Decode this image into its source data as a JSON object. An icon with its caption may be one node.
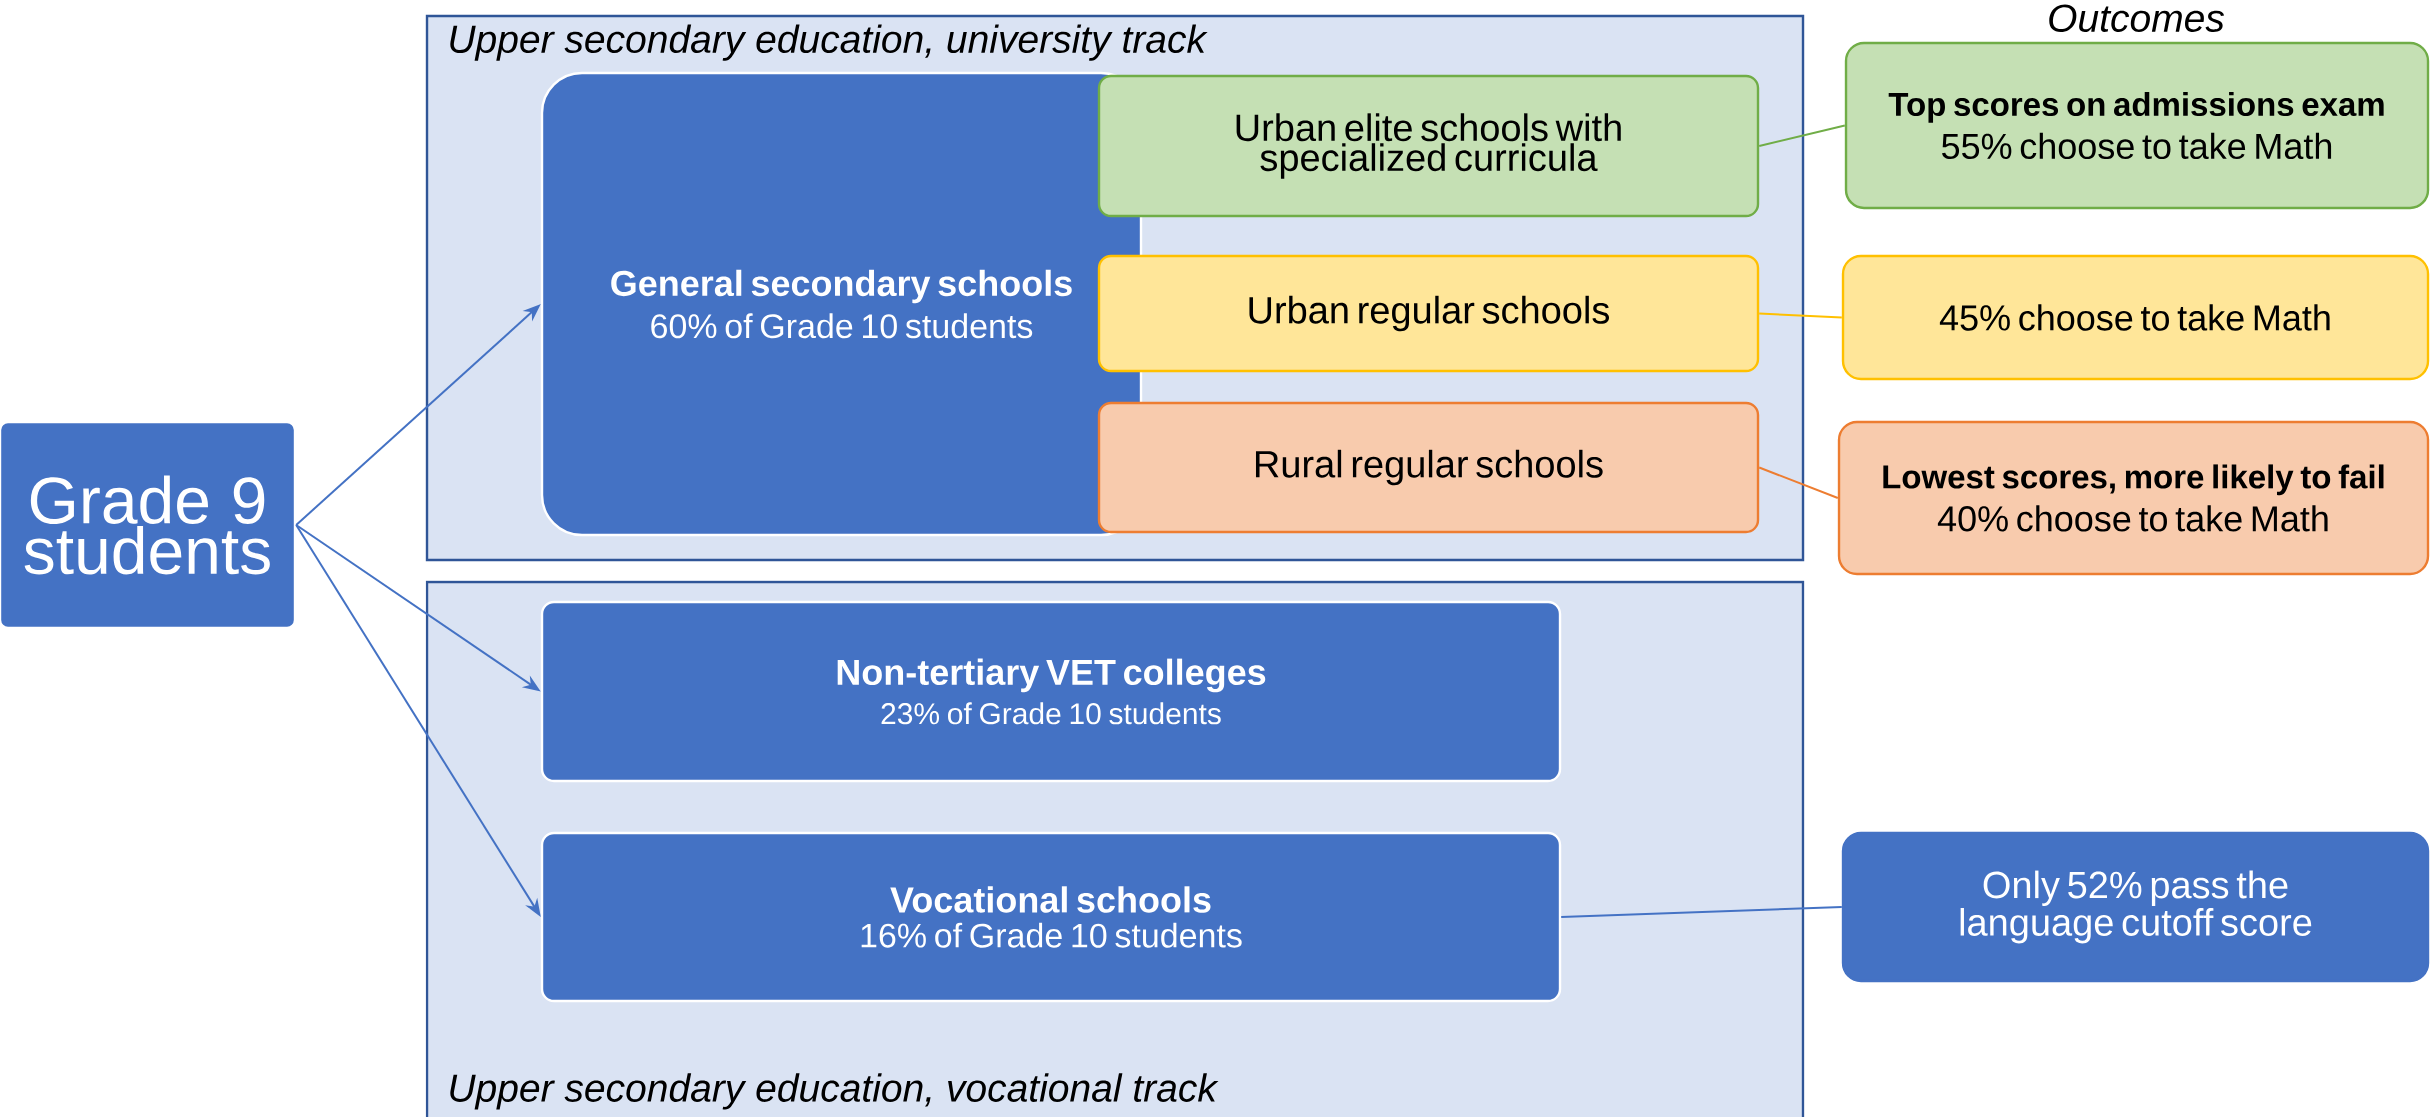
{
  "diagram": {
    "nodes": [
      {
        "text": [
          "Grade 9 students"
        ]
      },
      {
        "text": [
          "Upper secondary education, university track"
        ]
      },
      {
        "text": [
          "General secondary schools",
          "60% of Grade 10 students"
        ],
        "in": 1
      },
      {
        "text": [
          "Urban elite schools with specialized curricula"
        ],
        "in": 1
      },
      {
        "text": [
          "Urban regular schools"
        ],
        "in": 1
      },
      {
        "text": [
          "Rural regular schools"
        ],
        "in": 1
      },
      {
        "text": [
          "Upper secondary education, vocational track"
        ]
      },
      {
        "text": [
          "Non-tertiary VET colleges",
          "23% of Grade 10 students"
        ],
        "in": 6
      },
      {
        "text": [
          "Vocational schools",
          "16% of Grade 10 students"
        ],
        "in": 6
      },
      {
        "text": [
          "Top scores on admissions exam",
          "55% choose to take Math"
        ]
      },
      {
        "text": [
          "45% choose to take Math"
        ]
      },
      {
        "text": [
          "Lowest scores, more likely to fail",
          "40% choose to take Math"
        ]
      },
      {
        "text": [
          "Only 52% pass the language cutoff score"
        ]
      }
    ],
    "edges": [
      {
        "from": 0,
        "to": 2,
        "arrow": "to"
      },
      {
        "from": 0,
        "to": 7,
        "arrow": "to"
      },
      {
        "from": 0,
        "to": 8,
        "arrow": "to"
      },
      {
        "from": 3,
        "to": 9,
        "arrow": "none",
        "color": "#70ad47"
      },
      {
        "from": 4,
        "to": 10,
        "arrow": "none",
        "color": "#ffc000"
      },
      {
        "from": 5,
        "to": 11,
        "arrow": "none",
        "color": "#ed7d31"
      },
      {
        "from": 8,
        "to": 12,
        "arrow": "none"
      }
    ],
    "labels": [
      "Outcomes"
    ]
  }
}
